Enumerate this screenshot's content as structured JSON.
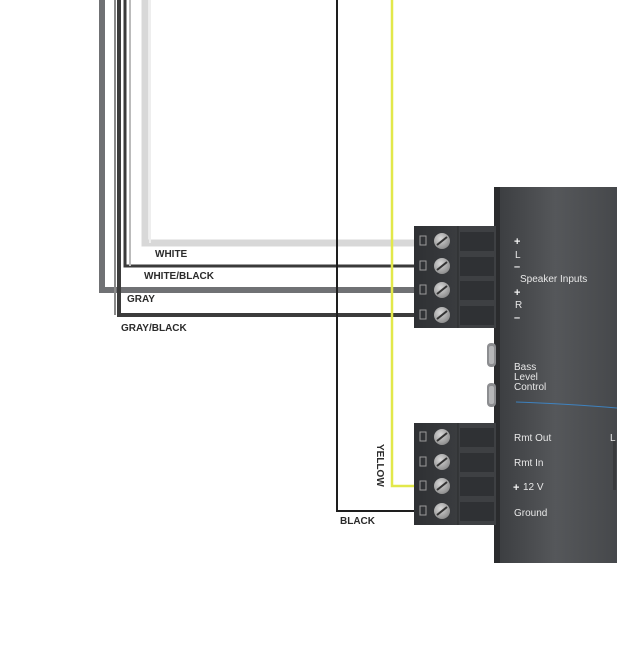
{
  "wires": {
    "white": "WHITE",
    "white_black": "WHITE/BLACK",
    "gray": "GRAY",
    "gray_black": "GRAY/BLACK",
    "yellow": "YELLOW",
    "black": "BLACK"
  },
  "speaker_inputs": {
    "title": "Speaker Inputs",
    "left_plus": "+",
    "left_channel": "L",
    "left_minus": "–",
    "right_plus": "+",
    "right_channel": "R",
    "right_minus": "–"
  },
  "bass_control": {
    "line1": "Bass",
    "line2": "Level",
    "line3": "Control"
  },
  "power_terminals": {
    "rmt_out": "Rmt Out",
    "rmt_in": "Rmt In",
    "twelve_v_sign": "+",
    "twelve_v": "12 V",
    "ground": "Ground",
    "cut_text": "L"
  },
  "colors": {
    "white_wire": "#dcdcdc",
    "white_black_wire": "#3a3a3a",
    "gray_wire": "#6f7073",
    "gray_black_wire": "#4a4a4a",
    "yellow_wire": "#e2e84a",
    "black_wire": "#1e1e1e",
    "terminal_block": "#3b3d40",
    "amp_body": "#4f5154"
  }
}
